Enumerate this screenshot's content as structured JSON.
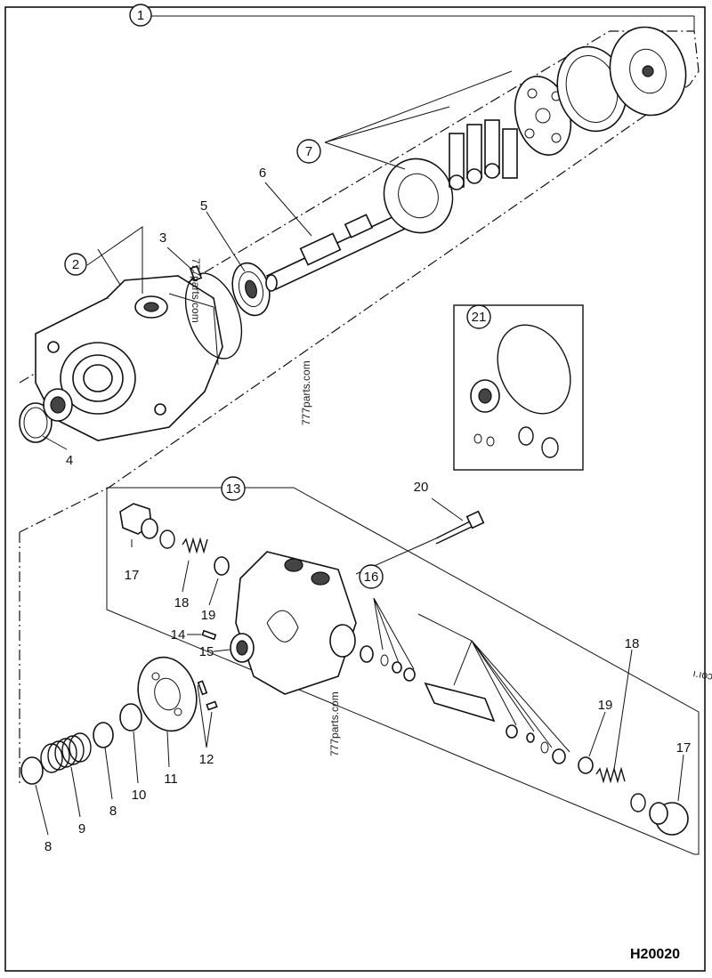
{
  "diagram_code": "H20020",
  "watermarks": [
    "777parts.com",
    "777parts.com",
    "777parts.com"
  ],
  "edge_fragment": "ı.ıoɔ",
  "callouts": {
    "c1": "1",
    "c2": "2",
    "c3": "3",
    "c4": "4",
    "c5": "5",
    "c6": "6",
    "c7": "7",
    "c8a": "8",
    "c8b": "8",
    "c9": "9",
    "c10": "10",
    "c11": "11",
    "c12": "12",
    "c13": "13",
    "c14": "14",
    "c15": "15",
    "c16": "16",
    "c17a": "17",
    "c17b": "17",
    "c18a": "18",
    "c18b": "18",
    "c19a": "19",
    "c19b": "19",
    "c20": "20",
    "c21": "21"
  }
}
